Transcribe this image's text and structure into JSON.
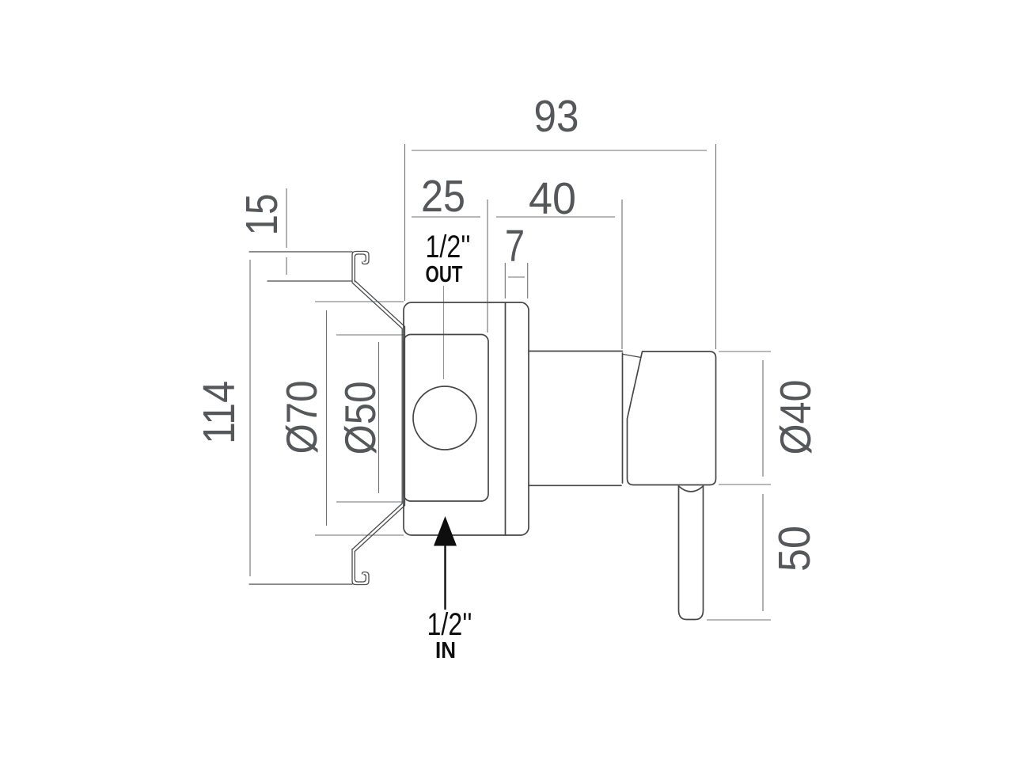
{
  "drawing": {
    "kind": "technical-dimension-drawing",
    "dimensions": {
      "overall_width": "93",
      "recess_depth": "25",
      "body_projection": "40",
      "trim_gap": "7",
      "flange_return": "15",
      "bracket_height": "114",
      "escutcheon_diameter": "Ø70",
      "plate_diameter": "Ø50",
      "handle_diameter": "Ø40",
      "lever_length": "50"
    },
    "ports": {
      "outlet_size": "1/2''",
      "outlet_label": "OUT",
      "inlet_size": "1/2''",
      "inlet_label": "IN"
    },
    "colors": {
      "background": "#ffffff",
      "part_outline": "#454648",
      "dimension_line": "#6f7173",
      "dimension_text": "#55575a",
      "annotation_text": "#0e0e0e"
    }
  }
}
